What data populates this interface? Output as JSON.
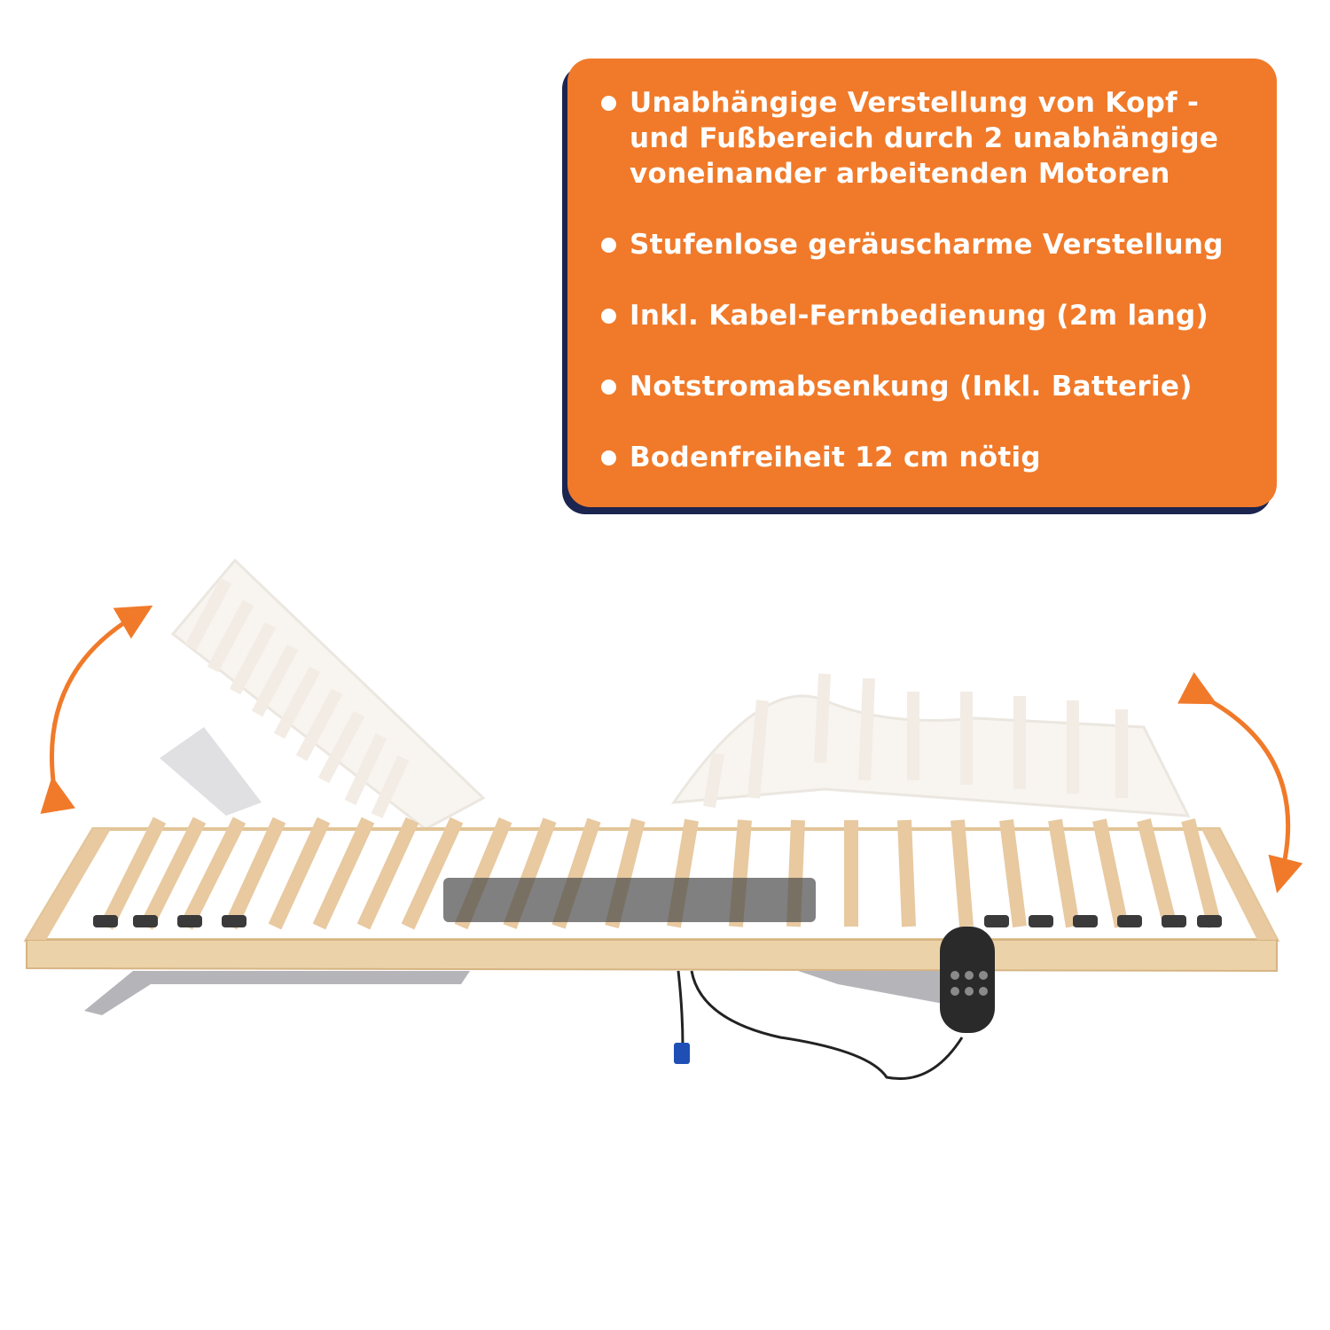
{
  "features": [
    "Unabhängige Verstellung von Kopf - und Fußbereich durch 2 unabhängige voneinander arbeitenden Motoren",
    "Stufenlose geräuscharme Verstellung",
    "Inkl. Kabel-Fernbedienung (2m lang)",
    "Notstromabsenkung (Inkl. Batterie)",
    "Bodenfreiheit 12 cm nötig"
  ],
  "colors": {
    "accent": "#f07a2a",
    "shadow": "#1c2450",
    "wood": "#e8c9a0",
    "metal": "#a9a9ad",
    "text": "#ffffff"
  }
}
